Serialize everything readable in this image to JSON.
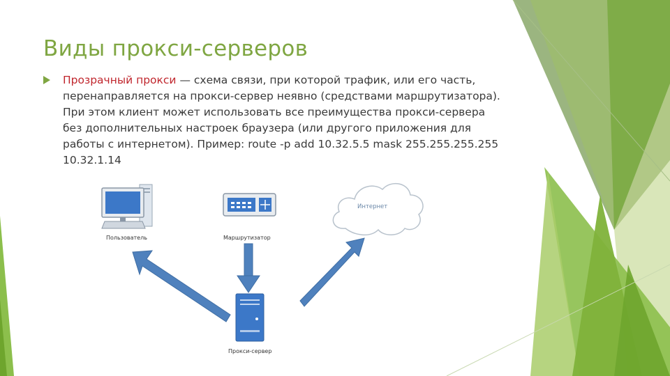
{
  "slide": {
    "title": "Виды прокси-серверов",
    "bullet": {
      "term": "Прозрачный прокси",
      "text": " — схема связи, при которой трафик, или его часть, перенаправляется на прокси-сервер неявно (средствами маршрутизатора). При этом клиент может использовать все преимущества прокси-сервера без дополнительных настроек браузера (или другого приложения для работы с интернетом). Пример: route -p add 10.32.5.5 mask 255.255.255.255 10.32.1.14"
    }
  },
  "diagram": {
    "nodes": {
      "user": "Пользователь",
      "router": "Маршрутизатор",
      "internet": "Интернет",
      "proxy": "Прокси-сервер"
    }
  },
  "colors": {
    "accent_green": "#7fa642",
    "term_red": "#c0262d",
    "arrow_blue": "#4f81bd",
    "device_blue": "#3c78c8"
  }
}
